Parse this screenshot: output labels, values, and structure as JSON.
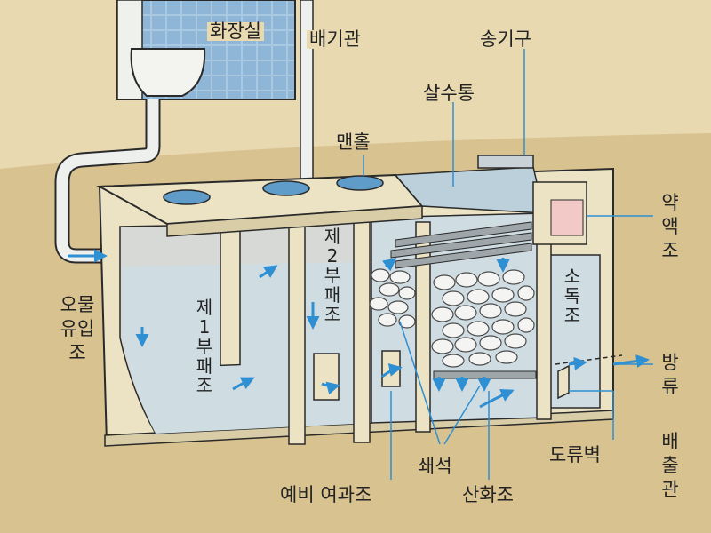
{
  "labels": {
    "toilet": "화장실",
    "vent_pipe": "배기관",
    "blower": "송기구",
    "sprinkler": "살수통",
    "manhole": "맨홀",
    "chemical_tank": "약액조",
    "disinfection_tank": "소독조",
    "discharge": "방류",
    "drain_pipe": "배출관",
    "guide_wall": "도류벽",
    "crushed_stone": "쇄석",
    "oxidation_tank": "산화조",
    "prefilter_tank": "예비 여과조",
    "sewage_inflow_tank": "오물 유입조",
    "first_septic_tank": "제1부패조",
    "second_septic_tank": "제2부패조"
  },
  "colors": {
    "concrete": "#ece3c4",
    "water": "#cfdde3",
    "tile": "#9fc0dc",
    "arrow": "#2f8fd3",
    "outline": "#2a2a2a"
  }
}
